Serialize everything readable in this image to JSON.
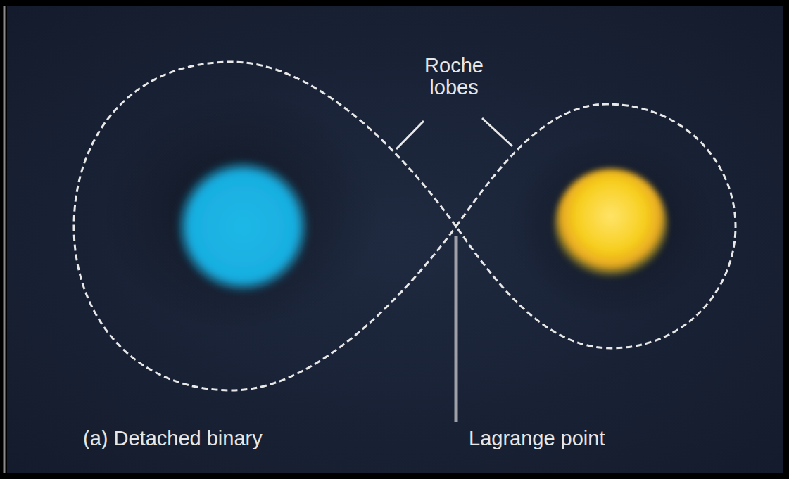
{
  "diagram": {
    "labels": [
      "Roche lobes",
      "(a) Detached binary",
      "Lagrange point"
    ]
  }
}
